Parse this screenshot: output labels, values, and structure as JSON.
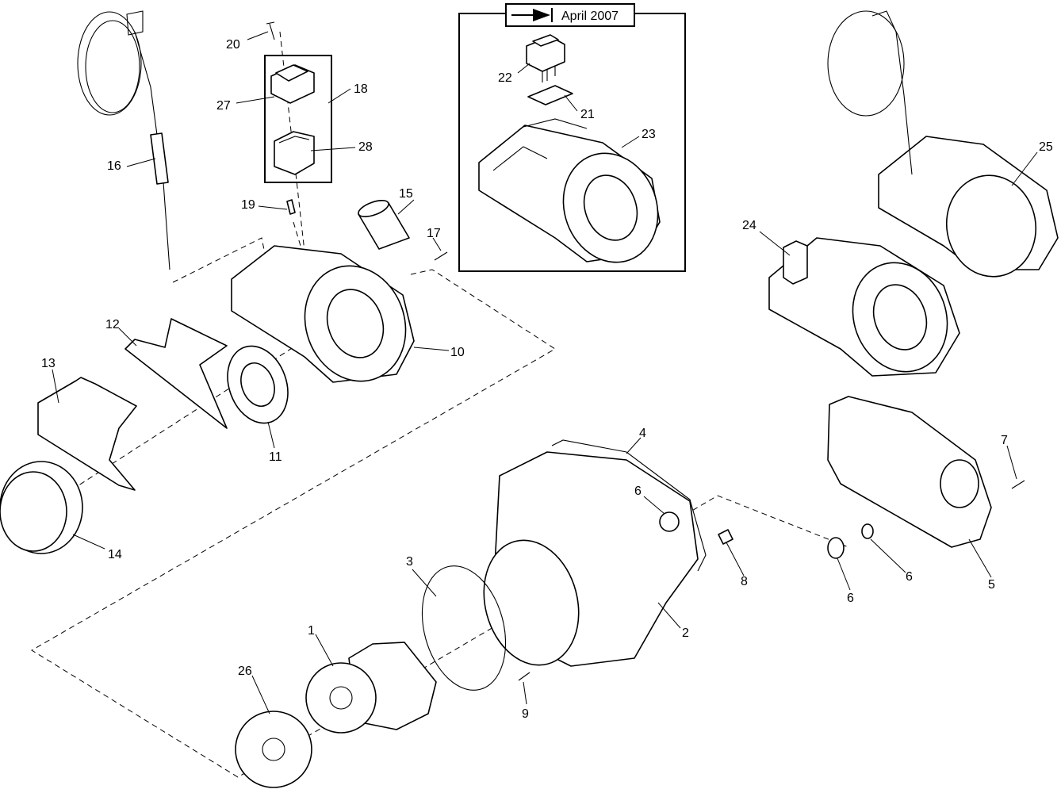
{
  "inset_tag": {
    "label": "April 2007"
  },
  "callouts": {
    "c1": "1",
    "c2": "2",
    "c3": "3",
    "c4": "4",
    "c5": "5",
    "c6a": "6",
    "c6b": "6",
    "c6c": "6",
    "c7": "7",
    "c8": "8",
    "c9": "9",
    "c10": "10",
    "c11": "11",
    "c12": "12",
    "c13": "13",
    "c14": "14",
    "c15": "15",
    "c16": "16",
    "c17": "17",
    "c18": "18",
    "c19": "19",
    "c20": "20",
    "c21": "21",
    "c22": "22",
    "c23": "23",
    "c24": "24",
    "c25": "25",
    "c26": "26",
    "c27": "27",
    "c28": "28"
  }
}
